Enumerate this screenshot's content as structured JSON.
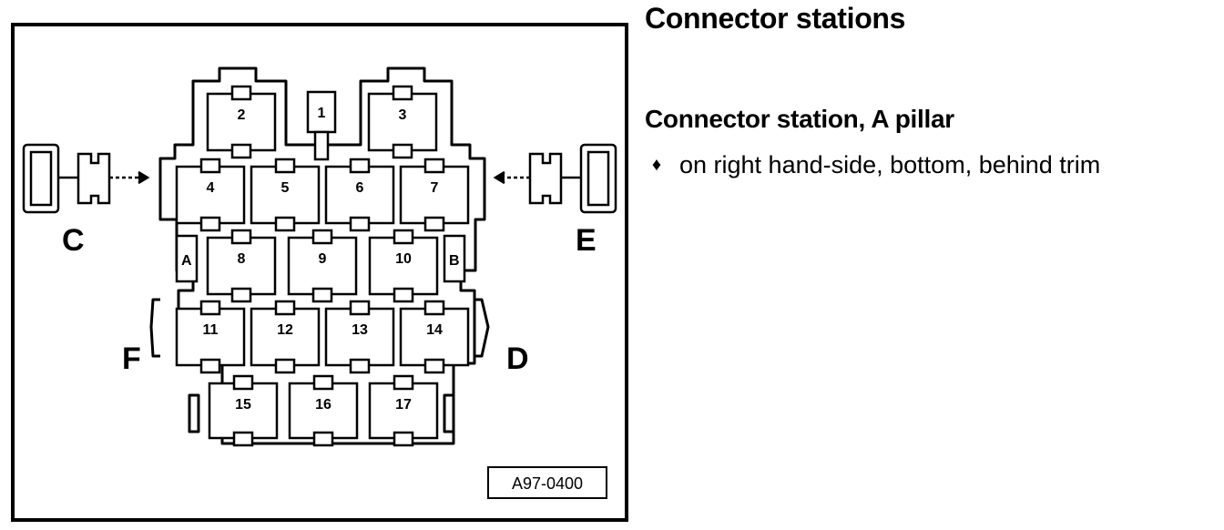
{
  "header": {
    "title": "Connector stations",
    "subtitle": "Connector station, A pillar",
    "bullets": [
      {
        "icon": "diamond-bullet-icon",
        "text": "on right hand-side, bottom, behind trim"
      }
    ]
  },
  "diagram": {
    "reference_code": "A97-0400",
    "station_labels": {
      "c": "C",
      "e": "E",
      "f": "F",
      "d": "D"
    },
    "small_labels": {
      "a": "A",
      "b": "B"
    },
    "positions": [
      "1",
      "2",
      "3",
      "4",
      "5",
      "6",
      "7",
      "8",
      "9",
      "10",
      "11",
      "12",
      "13",
      "14",
      "15",
      "16",
      "17"
    ]
  }
}
